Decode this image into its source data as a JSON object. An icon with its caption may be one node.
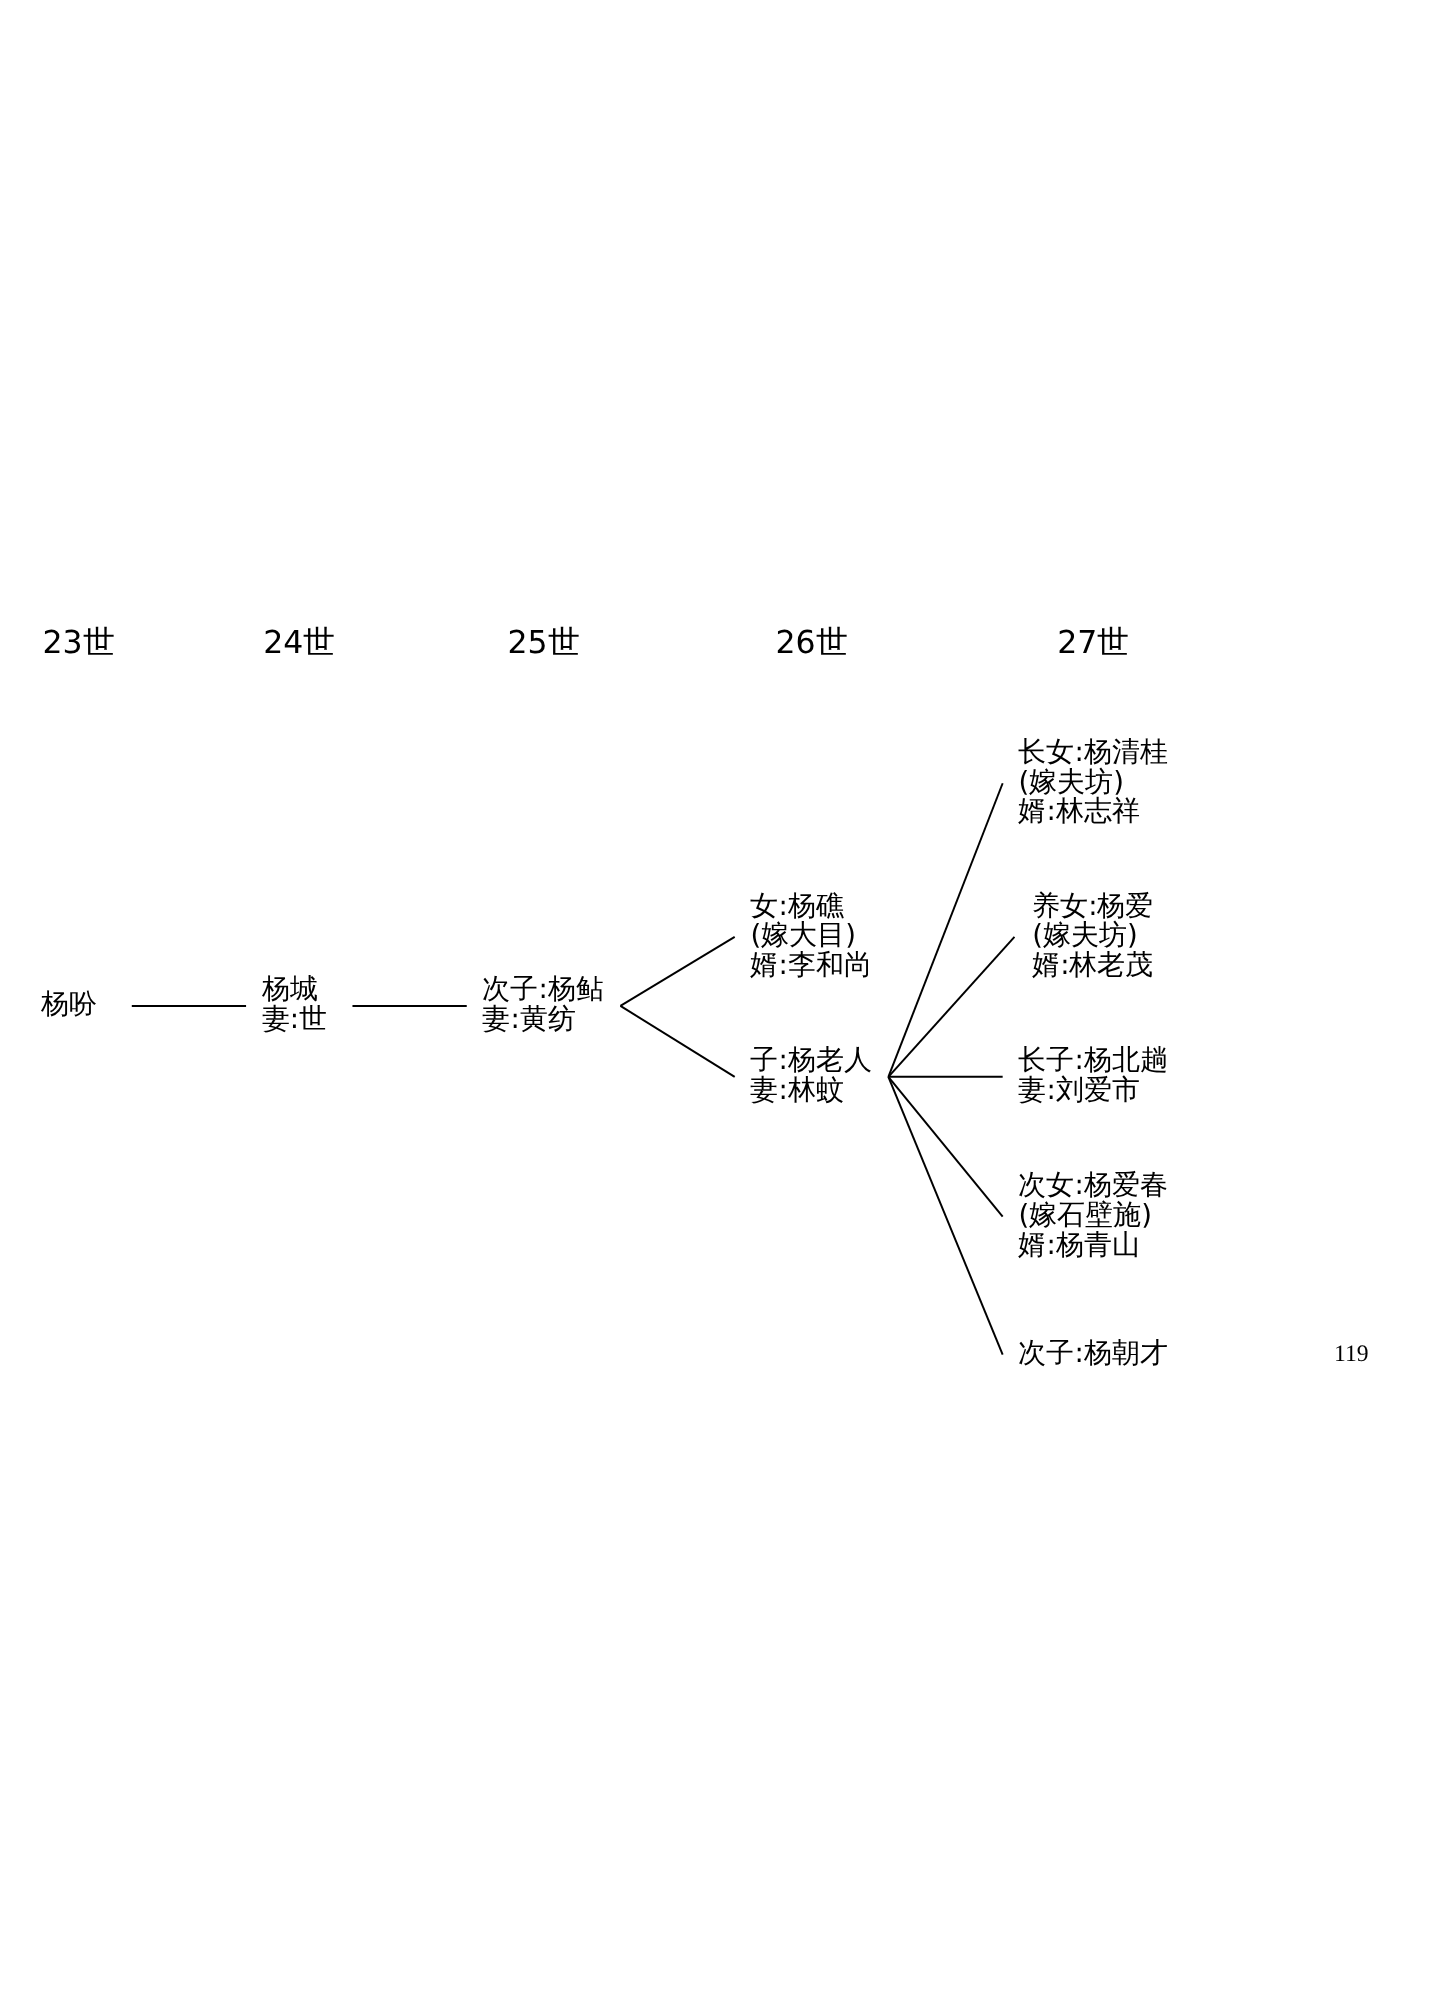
{
  "diagram": {
    "nodes": [
      {
        "text": [
          "杨吩"
        ]
      },
      {
        "text": [
          "杨城",
          "妻:世"
        ]
      },
      {
        "text": [
          "次子:杨鲇",
          "妻:黄纺"
        ]
      },
      {
        "text": [
          "女:杨礁",
          "(嫁大目)",
          "婿:李和尚"
        ]
      },
      {
        "text": [
          "子:杨老人",
          "妻:林蚊"
        ]
      },
      {
        "text": [
          "长女:杨清桂",
          "(嫁夫坊)",
          "婿:林志祥"
        ]
      },
      {
        "text": [
          "养女:杨爱",
          "(嫁夫坊)",
          "婿:林老茂"
        ]
      },
      {
        "text": [
          "长子:杨北趟",
          "妻:刘爱市"
        ]
      },
      {
        "text": [
          "次女:杨爱春",
          "(嫁石壁施)",
          "婿:杨青山"
        ]
      },
      {
        "text": [
          "次子:杨朝才"
        ]
      }
    ],
    "edges": [
      {
        "from": 0,
        "to": 1,
        "arrow": "none"
      },
      {
        "from": 1,
        "to": 2,
        "arrow": "none"
      },
      {
        "from": 2,
        "to": 3,
        "arrow": "none"
      },
      {
        "from": 2,
        "to": 4,
        "arrow": "none"
      },
      {
        "from": 4,
        "to": 5,
        "arrow": "none"
      },
      {
        "from": 4,
        "to": 6,
        "arrow": "none"
      },
      {
        "from": 4,
        "to": 7,
        "arrow": "none"
      },
      {
        "from": 4,
        "to": 8,
        "arrow": "none"
      },
      {
        "from": 4,
        "to": 9,
        "arrow": "none"
      }
    ],
    "labels": [
      "23世",
      "24世",
      "25世",
      "26世",
      "27世",
      "119"
    ]
  }
}
